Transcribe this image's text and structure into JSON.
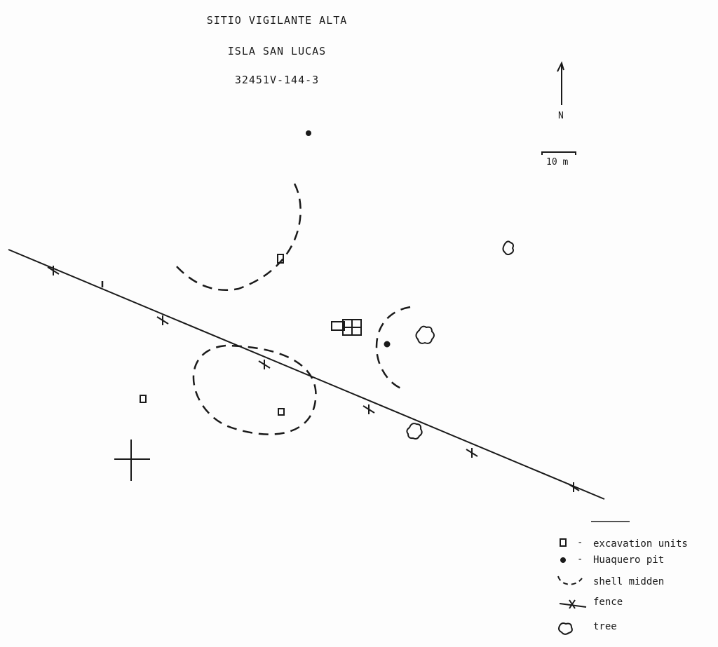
{
  "map": {
    "title": "SITIO VIGILANTE ALTA",
    "subtitle": "ISLA SAN LUCAS",
    "site_code": "32451V-144-3",
    "north_label": "N",
    "scale_label": "10 m"
  },
  "legend": {
    "items": [
      {
        "icon": "square-icon",
        "label": "excavation units"
      },
      {
        "icon": "dot-icon",
        "label": "Huaquero pit"
      },
      {
        "icon": "dashed-arc-icon",
        "label": "shell midden"
      },
      {
        "icon": "fence-icon",
        "label": "fence"
      },
      {
        "icon": "tree-icon",
        "label": "tree"
      }
    ],
    "dash": "-"
  },
  "colors": {
    "ink": "#1a1a1a",
    "paper": "#fdfdfd"
  }
}
